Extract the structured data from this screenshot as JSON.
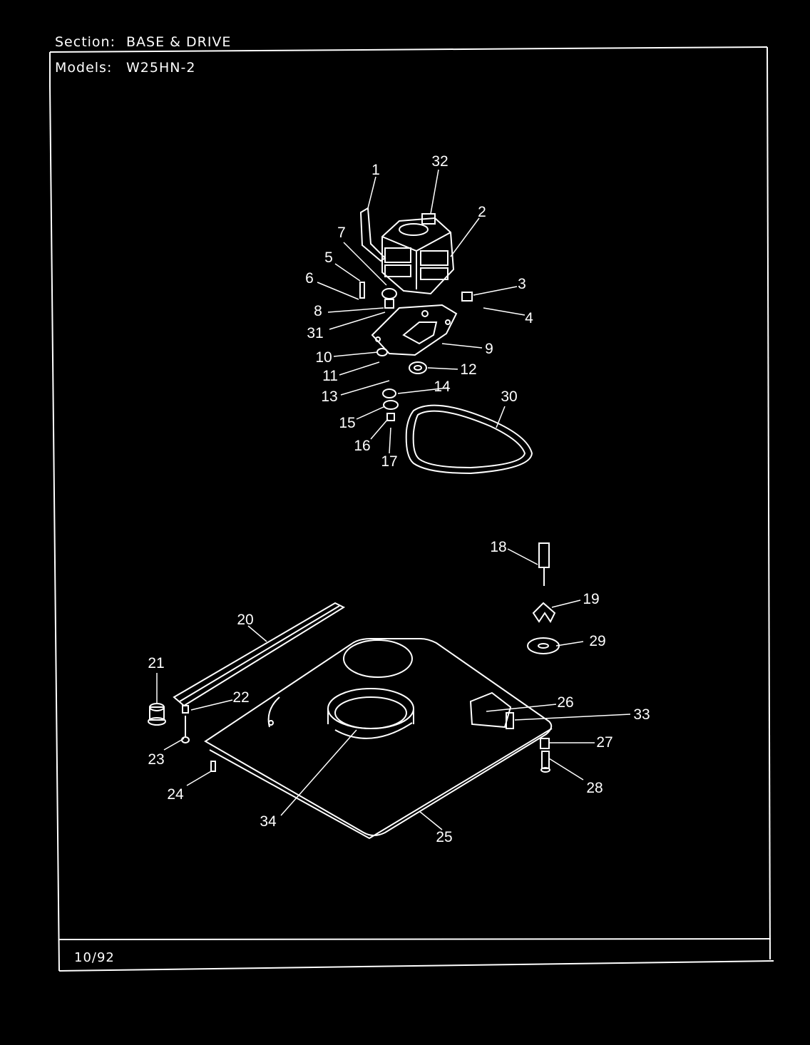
{
  "header": {
    "section_label": "Section:",
    "section_value": "BASE & DRIVE",
    "models_label": "Models:",
    "models_value": "W25HN-2"
  },
  "footer": {
    "date": "10/92"
  },
  "callouts": [
    "1",
    "32",
    "2",
    "7",
    "5",
    "3",
    "6",
    "4",
    "8",
    "31",
    "9",
    "10",
    "12",
    "11",
    "13",
    "14",
    "30",
    "15",
    "16",
    "17",
    "18",
    "19",
    "29",
    "20",
    "21",
    "22",
    "26",
    "33",
    "27",
    "23",
    "28",
    "24",
    "34",
    "25"
  ],
  "colors": {
    "background": "#000000",
    "line": "#ffffff"
  }
}
